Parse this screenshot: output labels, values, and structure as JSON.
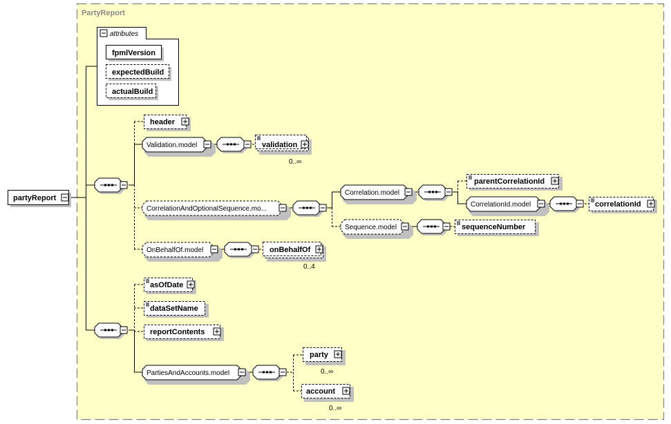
{
  "frame": {
    "title": "PartyReport"
  },
  "root": {
    "label": "partyReport"
  },
  "attributes": {
    "title": "attributes",
    "items": [
      {
        "label": "fpmlVersion",
        "required": true
      },
      {
        "label": "expectedBuild",
        "required": false
      },
      {
        "label": "actualBuild",
        "required": false
      }
    ]
  },
  "elements": {
    "header": "header",
    "validation_model": "Validation.model",
    "validation": "validation",
    "validation_card": "0..∞",
    "correlation_optional_seq": "CorrelationAndOptionalSequence.mo...",
    "correlation_model": "Correlation.model",
    "parent_correlation_id": "parentCorrelationId",
    "correlation_id_model": "CorrelationId.model",
    "correlation_id": "correlationId",
    "sequence_model": "Sequence.model",
    "sequence_number": "sequenceNumber",
    "on_behalf_of_model": "OnBehalfOf.model",
    "on_behalf_of": "onBehalfOf",
    "on_behalf_of_card": "0..4",
    "as_of_date": "asOfDate",
    "data_set_name": "dataSetName",
    "report_contents": "reportContents",
    "parties_accounts_model": "PartiesAndAccounts.model",
    "party": "party",
    "party_card": "0..∞",
    "account": "account",
    "account_card": "0..∞"
  },
  "colors": {
    "frame_bg": "#ffffc8",
    "frame_border": "#808080",
    "box_bg": "#ffffff",
    "shadow": "#c0c0c0"
  }
}
